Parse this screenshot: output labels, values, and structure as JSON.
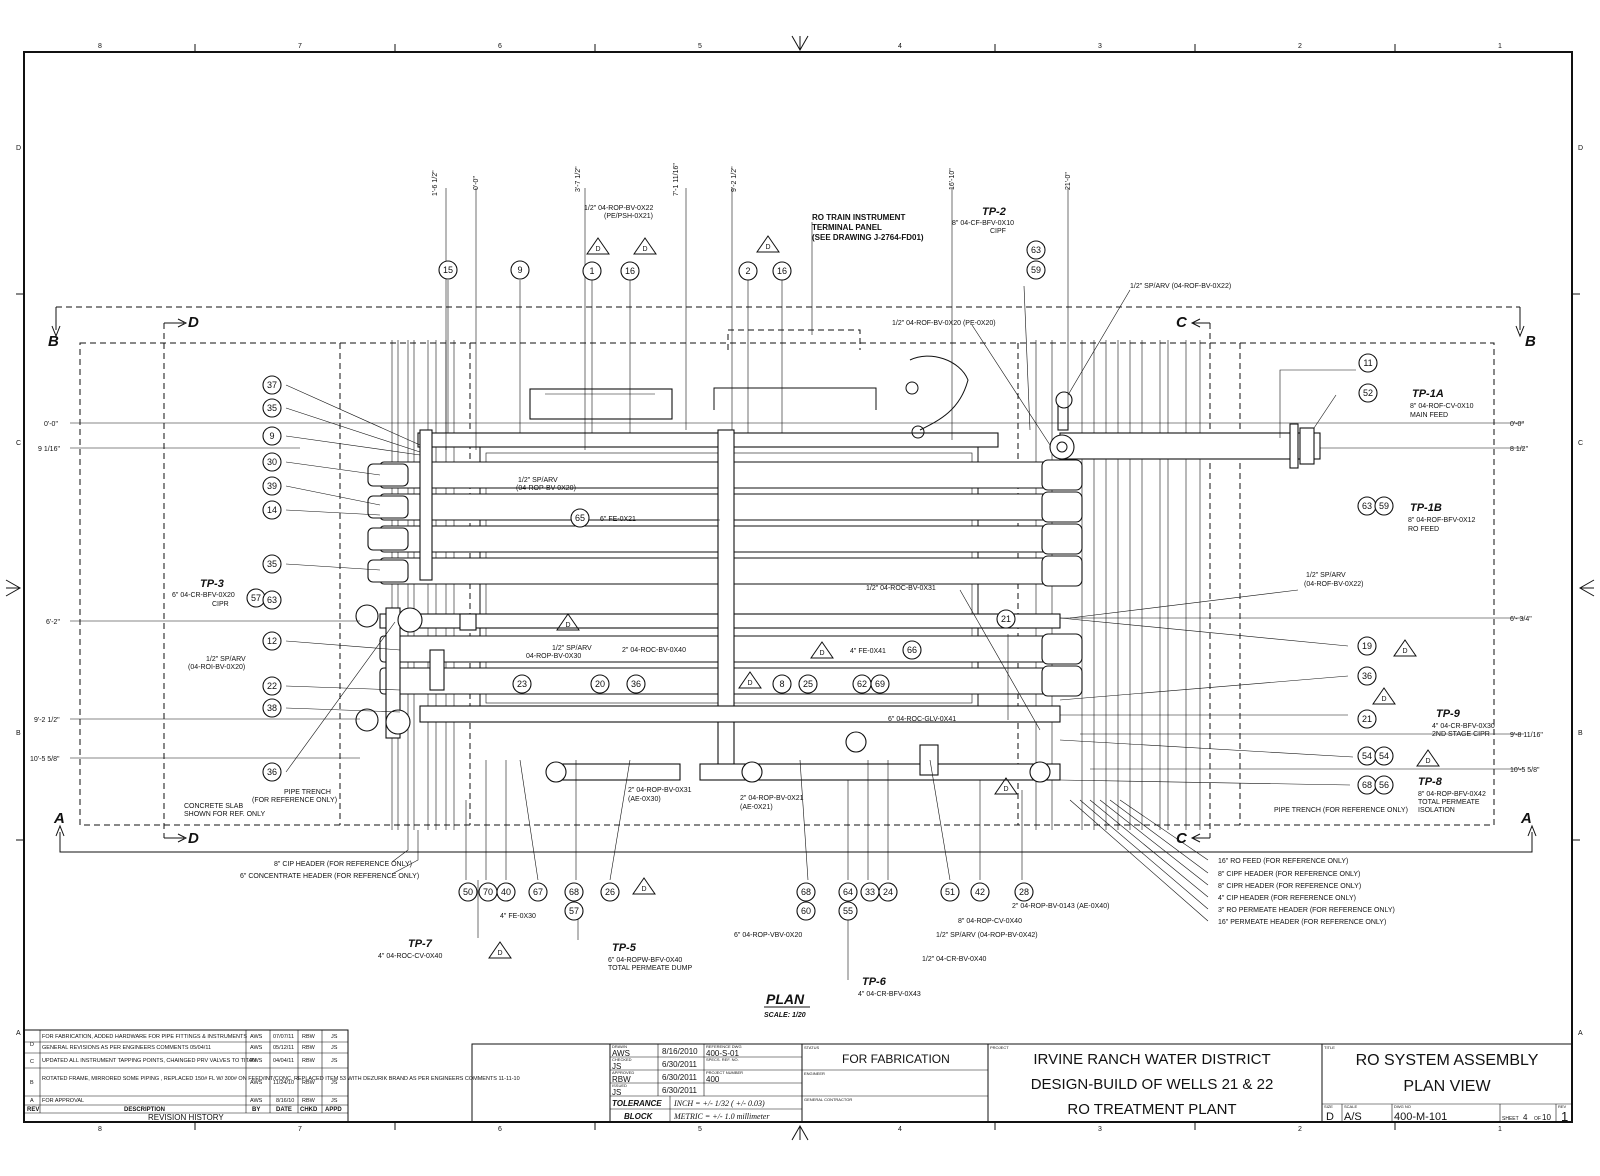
{
  "border": {
    "zones_top": [
      "8",
      "7",
      "6",
      "5",
      "4",
      "3",
      "2",
      "1"
    ],
    "zones_bottom": [
      "8",
      "7",
      "6",
      "5",
      "4",
      "3",
      "2",
      "1"
    ],
    "zones_side": [
      "D",
      "C",
      "B",
      "A"
    ]
  },
  "dimensions_left": [
    "0'-0\"",
    "9 1/16\"",
    "6'-2\"",
    "9'-2 1/2\"",
    "10'-5 5/8\""
  ],
  "dimensions_right": [
    "0'-0\"",
    "8 1/2\"",
    "6'- 3/4\"",
    "9'-8 11/16\"",
    "10'-5 5/8\""
  ],
  "dimensions_top": [
    "1'-6 1/2\"",
    "0'-0\"",
    "3'-7 1/2\"",
    "7'-1 11/16\"",
    "9'-2 1/2\"",
    "16'-10\"",
    "21'-0\""
  ],
  "section_marks": {
    "b": "B",
    "d": "D",
    "c": "C",
    "a": "A"
  },
  "tie_points": [
    {
      "id": "TP-1A",
      "desc1": "8\" 04-ROF-CV-0X10",
      "desc2": "MAIN FEED"
    },
    {
      "id": "TP-1B",
      "desc1": "8\" 04-ROF-BFV-0X12",
      "desc2": "RO FEED"
    },
    {
      "id": "TP-2",
      "desc1": "8\" 04-CF-BFV-0X10",
      "desc2": "CIPF"
    },
    {
      "id": "TP-3",
      "desc1": "6\" 04-CR-BFV-0X20",
      "desc2": "CIPR"
    },
    {
      "id": "TP-5",
      "desc1": "6\" 04-ROPW-BFV-0X40",
      "desc2": "TOTAL PERMEATE DUMP"
    },
    {
      "id": "TP-6",
      "desc1": "4\" 04-CR-BFV-0X43",
      "desc2": ""
    },
    {
      "id": "TP-7",
      "desc1": "4\" 04-ROC-CV-0X40",
      "desc2": ""
    },
    {
      "id": "TP-8",
      "desc1": "8\" 04-ROP-BFV-0X42",
      "desc2": "TOTAL PERMEATE",
      "desc3": "ISOLATION"
    },
    {
      "id": "TP-9",
      "desc1": "4\" 04-CR-BFV-0X30",
      "desc2": "2ND STAGE CIPR"
    }
  ],
  "notes": {
    "instrument_panel": [
      "RO TRAIN INSTRUMENT",
      "TERMINAL PANEL",
      "(SEE DRAWING J-2764-FD01)"
    ],
    "psh": [
      "1/2\" 04-ROP-BV-0X22",
      "(PE/PSH-0X21)"
    ],
    "arv_top": "1/2\" SP/ARV (04-ROF-BV-0X22)",
    "pe_top": "1/2\" 04-ROF-BV-0X20 (PE-0X20)",
    "arv_rop20": [
      "1/2\" SP/ARV",
      "(04-ROP-BV-0X20)"
    ],
    "fe21": "6\" FE-0X21",
    "roc31": "1/2\" 04-ROC-BV-0X31",
    "arv_right": [
      "1/2\" SP/ARV",
      "(04-ROF-BV-0X22)"
    ],
    "arv_rop30": [
      "1/2\" SP/ARV",
      "04-ROP-BV-0X30"
    ],
    "arv_roi": [
      "1/2\" SP/ARV",
      "(04-ROI-BV-0X20)"
    ],
    "roc40": "2\" 04-ROC-BV-0X40",
    "fe41": "4\" FE-0X41",
    "glv41": "6\" 04-ROC-GLV-0X41",
    "ae30": [
      "2\" 04-ROP-BV-0X31",
      "(AE-0X30)"
    ],
    "ae21": [
      "2\" 04-ROP-BV-0X21",
      "(AE-0X21)"
    ],
    "trench_left": [
      "PIPE TRENCH",
      "(FOR REFERENCE ONLY)"
    ],
    "slab": [
      "CONCRETE SLAB",
      "SHOWN FOR REF. ONLY"
    ],
    "trench_right": "PIPE TRENCH (FOR REFERENCE ONLY)",
    "cip_header": "8\" CIP HEADER (FOR REFERENCE ONLY)",
    "conc_header": "6\" CONCENTRATE HEADER (FOR REFERENCE ONLY)",
    "fe30": "4\" FE-0X30",
    "vbv20": "6\" 04-ROP-VBV-0X20",
    "ae40": "2\" 04-ROP-BV-0143 (AE-0X40)",
    "cv40": "8\" 04-ROP-CV-0X40",
    "arv42": "1/2\" SP/ARV (04-ROP-BV-0X42)",
    "crbv40": "1/2\" 04-CR-BV-0X40",
    "hdrs_right": [
      "16\" RO FEED (FOR REFERENCE ONLY)",
      "8\" CIPF HEADER (FOR REFERENCE ONLY)",
      "8\" CIPR HEADER (FOR REFERENCE ONLY)",
      "4\" CIP HEADER (FOR REFERENCE ONLY)",
      "3\" RO PERMEATE HEADER (FOR REFERENCE ONLY)",
      "16\" PERMEATE HEADER (FOR REFERENCE ONLY)"
    ]
  },
  "view_title": {
    "title": "PLAN",
    "scale": "SCALE: 1/20"
  },
  "revisions": {
    "rows": [
      {
        "rev": "",
        "desc": "FOR FABRICATION, ADDED HARDWARE FOR PIPE FITTINGS & INSTRUMENTS",
        "by": "AWS",
        "date": "07/07/11",
        "chkd": "RBW",
        "appd": "JS"
      },
      {
        "rev": "D",
        "desc": "GENERAL REVISIONS AS PER ENGINEERS COMMENTS 05/04/11",
        "by": "AWS",
        "date": "05/12/11",
        "chkd": "RBW",
        "appd": "JS"
      },
      {
        "rev": "C",
        "desc": "UPDATED ALL INSTRUMENT TAPPING POINTS, CHAINGED PRV VALVES TO TITAN",
        "by": "AWS",
        "date": "04/04/11",
        "chkd": "RBW",
        "appd": "JS"
      },
      {
        "rev": "B",
        "desc": "ROTATED FRAME, MIRRORED SOME PIPING , REPLACED 150# FL W/ 300# ON FEED/INT/CONC. REPLACED ITEM 53 WITH DEZURIK BRAND AS PER ENGINEERS COMMENTS 11-11-10",
        "by": "AWS",
        "date": "11/24/10",
        "chkd": "RBW",
        "appd": "JS"
      },
      {
        "rev": "A",
        "desc": "FOR APPROVAL",
        "by": "AWS",
        "date": "8/16/10",
        "chkd": "RBW",
        "appd": "JS"
      }
    ],
    "headers": {
      "rev": "REV",
      "desc": "DESCRIPTION",
      "by": "BY",
      "date": "DATE",
      "chkd": "CHKD",
      "appd": "APPD"
    },
    "footer": "REVISION HISTORY"
  },
  "title_block": {
    "drawn_label": "DRAWN",
    "drawn_by": "AWS",
    "drawn_date": "8/16/2010",
    "checked_label": "CHECKED",
    "checked_by": "JS",
    "checked_date": "6/30/2011",
    "approved_label": "APPROVED",
    "approved_by": "RBW",
    "approved_date": "6/30/2011",
    "issued_label": "ISSUED",
    "issued_by": "JS",
    "issued_date": "6/30/2011",
    "ref_label": "REFERENCE DWG",
    "ref_value": "400-S-01",
    "spec_label": "SPECS. REF. NO.",
    "spec_value": "",
    "proj_label": "PROJECT NUMBER",
    "proj_value": "400",
    "tolerance_label": "TOLERANCE",
    "block_label": "BLOCK",
    "tol_inch": "INCH = +/- 1/32 ( +/- 0.03)",
    "tol_metric": "METRIC = +/- 1.0 millimeter",
    "status_label": "STATUS",
    "status": "FOR FABRICATION",
    "engineer_label": "ENGINEER",
    "contractor_label": "GENERAL CONTRACTOR",
    "project_label": "PROJECT",
    "project": [
      "IRVINE RANCH WATER DISTRICT",
      "DESIGN-BUILD OF WELLS 21 & 22",
      "RO TREATMENT PLANT"
    ],
    "title_label": "TITLE",
    "title": [
      "RO SYSTEM ASSEMBLY",
      "PLAN VIEW"
    ],
    "size_label": "SIZE",
    "size": "D",
    "scale_label": "SCALE",
    "scale": "A/S",
    "dwg_label": "DWG NO",
    "dwg": "400-M-101",
    "sheet_label": "SHEET",
    "sheet": "4",
    "of_label": "OF",
    "sheets": "10",
    "rev_label": "REV",
    "rev": "1"
  },
  "bubbles": {
    "b15": "15",
    "b9": "9",
    "b1": "1",
    "b16a": "16",
    "b2": "2",
    "b16b": "16",
    "b63t": "63",
    "b59t": "59",
    "b37": "37",
    "b35a": "35",
    "b9l": "9",
    "b30": "30",
    "b39": "39",
    "b14": "14",
    "b35b": "35",
    "b57": "57",
    "b63l": "63",
    "b12": "12",
    "b22": "22",
    "b38": "38",
    "b36l": "36",
    "b23": "23",
    "b20": "20",
    "b36m": "36",
    "b65": "65",
    "b8": "8",
    "b25": "25",
    "b62": "62",
    "b69": "69",
    "b66": "66",
    "b21a": "21",
    "b11": "11",
    "b52": "52",
    "b63r": "63",
    "b59r": "59",
    "b19": "19",
    "b36r": "36",
    "b21b": "21",
    "b54a": "54",
    "b54b": "54",
    "b68r": "68",
    "b56": "56",
    "b50": "50",
    "b70": "70",
    "b40": "40",
    "b67": "67",
    "b68b": "68",
    "b57b": "57",
    "b26": "26",
    "b68c": "68",
    "b60": "60",
    "b64": "64",
    "b55": "55",
    "b33": "33",
    "b24": "24",
    "b51": "51",
    "b42": "42",
    "b28": "28"
  },
  "rev_delta": "D"
}
